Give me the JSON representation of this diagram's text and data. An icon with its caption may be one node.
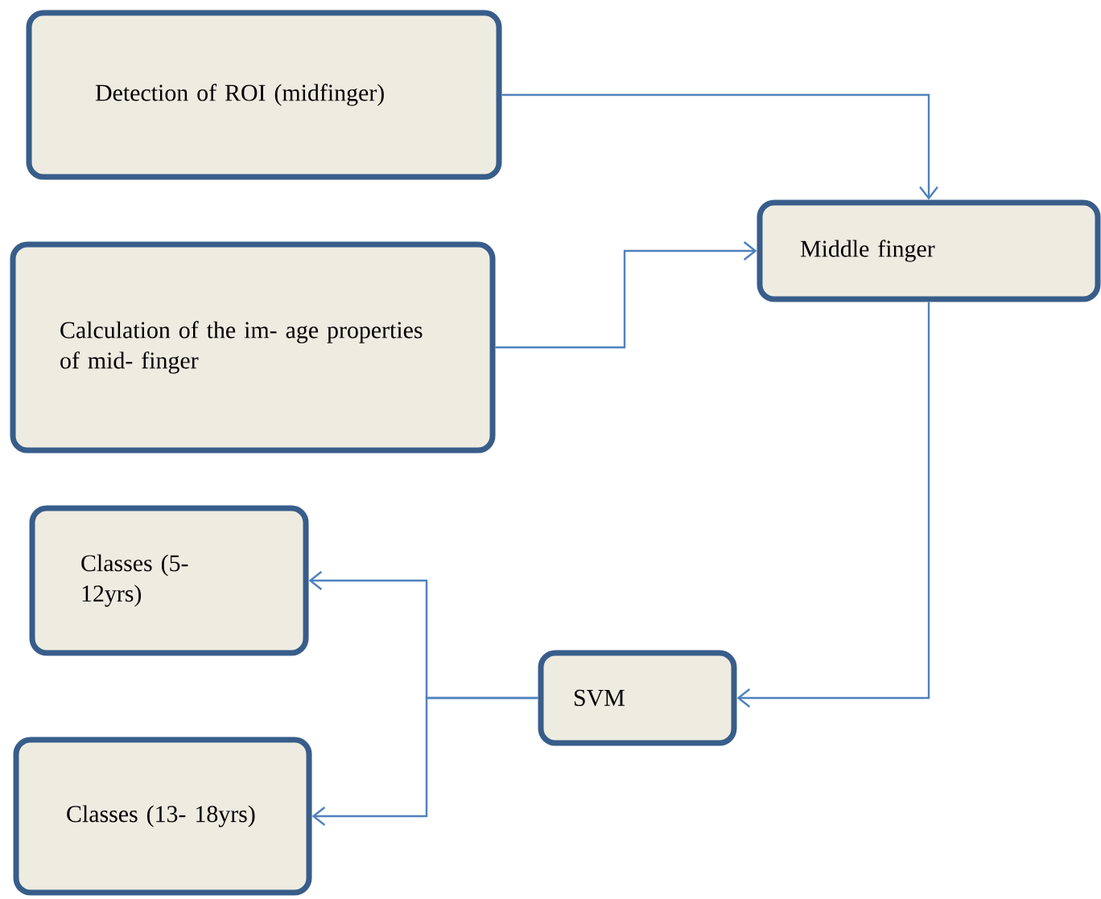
{
  "diagram": {
    "nodes": [
      {
        "text": [
          "Detection of ROI (midfinger)"
        ]
      },
      {
        "text": [
          "Middle finger"
        ]
      },
      {
        "text": [
          "Calculation of the im- age properties of mid- finger"
        ]
      },
      {
        "text": [
          "Classes (5- 12yrs)"
        ]
      },
      {
        "text": [
          "SVM"
        ]
      },
      {
        "text": [
          "Classes (13- 18yrs)"
        ]
      }
    ],
    "edges": [
      {
        "from": 0,
        "to": 1,
        "arrow": "to"
      },
      {
        "from": 2,
        "to": 1,
        "arrow": "to"
      },
      {
        "from": 1,
        "to": 4,
        "arrow": "to"
      },
      {
        "from": 4,
        "to": 3,
        "arrow": "to"
      },
      {
        "from": 4,
        "to": 5,
        "arrow": "to"
      }
    ]
  }
}
